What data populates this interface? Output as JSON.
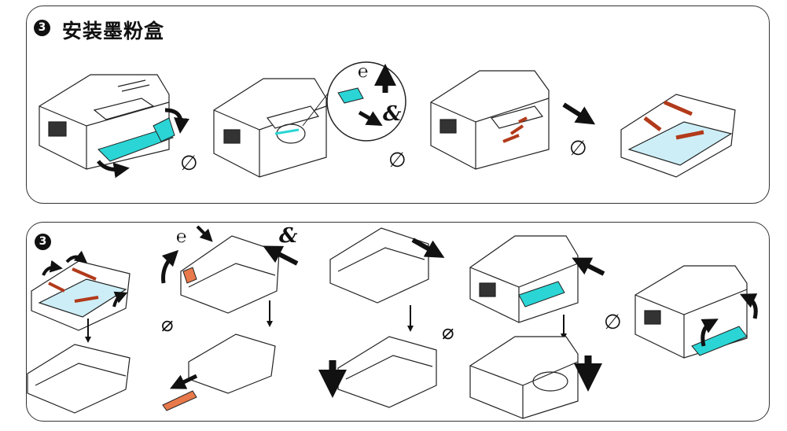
{
  "section1": {
    "badge": "3",
    "title": "安装墨粉盒"
  },
  "section2": {
    "badge": "3"
  },
  "glyphs": {
    "sym_e": "℮",
    "sym_amp": "&",
    "sym_null": "∅",
    "sym_null_slash": "⌀"
  },
  "colors": {
    "toner": "#2bd5d5",
    "tape": "#b23a1a",
    "outline": "#222222"
  }
}
